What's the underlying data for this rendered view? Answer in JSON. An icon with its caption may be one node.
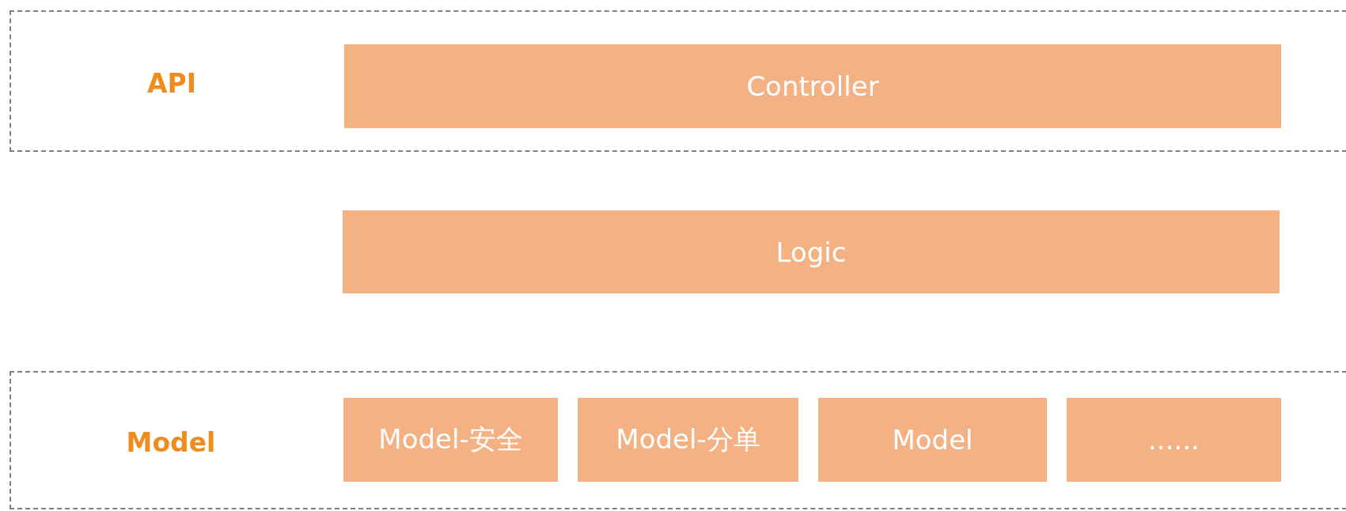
{
  "diagram": {
    "nodes": [
      {
        "text": [
          "API"
        ]
      },
      {
        "text": [
          "Controller"
        ],
        "in": 0
      },
      {
        "text": [
          "Logic"
        ]
      },
      {
        "text": [
          "Model"
        ]
      },
      {
        "text": [
          "Model-安全"
        ],
        "in": 3
      },
      {
        "text": [
          "Model-分单"
        ],
        "in": 3
      },
      {
        "text": [
          "Model"
        ],
        "in": 3
      },
      {
        "text": [
          "......"
        ],
        "in": 3
      }
    ]
  }
}
